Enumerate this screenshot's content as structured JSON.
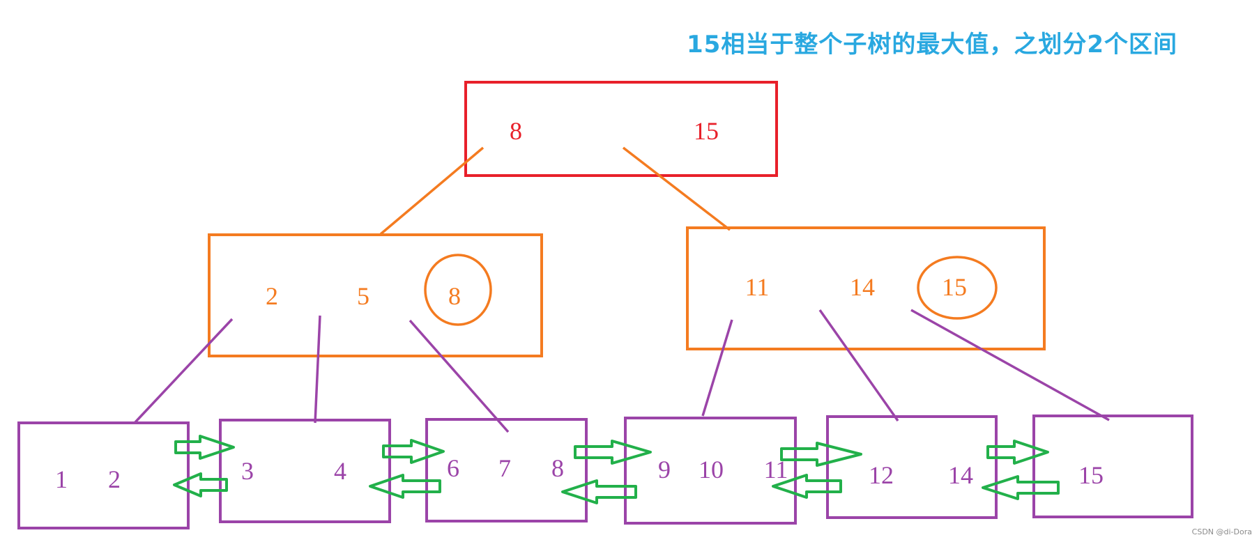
{
  "caption": "15相当于整个子树的最大值，之划分2个区间",
  "watermark": "CSDN @di-Dora",
  "colors": {
    "root": "#e8202a",
    "branch": "#f47b20",
    "leaf": "#9b44a8",
    "pointer": "#22b04a",
    "caption": "#29a8e0"
  },
  "root": {
    "keys": [
      "8",
      "15"
    ]
  },
  "branches": [
    {
      "keys": [
        "2",
        "5",
        "8"
      ],
      "circled": "8"
    },
    {
      "keys": [
        "11",
        "14",
        "15"
      ],
      "circled": "15"
    }
  ],
  "leaves": [
    {
      "keys": [
        "1",
        "2"
      ]
    },
    {
      "keys": [
        "3",
        "4"
      ]
    },
    {
      "keys": [
        "6",
        "7",
        "8"
      ]
    },
    {
      "keys": [
        "9",
        "10",
        "11"
      ]
    },
    {
      "keys": [
        "12",
        "14"
      ]
    },
    {
      "keys": [
        "15"
      ]
    }
  ]
}
